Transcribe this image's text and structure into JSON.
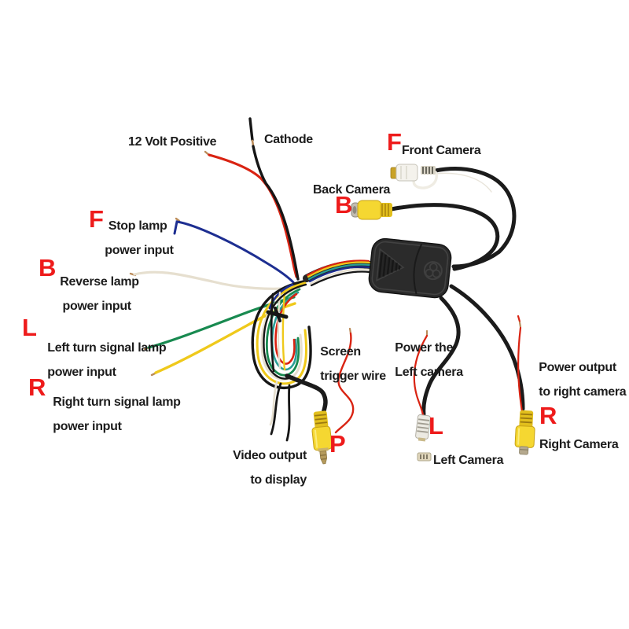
{
  "title": "Car camera control box wiring diagram",
  "labels": {
    "twelve_volt": "12 Volt Positive",
    "cathode": "Cathode",
    "front_letter": "F",
    "front_camera": "Front Camera",
    "back_camera": "Back Camera",
    "back_letter": "B",
    "stop_letter": "F",
    "stop_l1": "Stop lamp",
    "stop_l2": "power input",
    "reverse_letter": "B",
    "reverse_l1": "Reverse lamp",
    "reverse_l2": "power input",
    "left_turn_letter": "L",
    "left_turn_l1": "Left turn signal lamp",
    "left_turn_l2": "power input",
    "right_turn_letter": "R",
    "right_turn_l1": "Right turn signal lamp",
    "right_turn_l2": "power input",
    "screen_l1": "Screen",
    "screen_l2": "trigger wire",
    "power_left_l1": "Power the",
    "power_left_l2": "Left camera",
    "power_right_l1": "Power output",
    "power_right_l2": "to right camera",
    "video_l1": "Video output",
    "video_l2": "to display",
    "video_letter": "P",
    "left_cam_letter": "L",
    "left_camera": "Left Camera",
    "right_cam_letter": "R",
    "right_camera": "Right Camera"
  },
  "colors": {
    "label_text": "#1c1c1c",
    "letter_red": "#ee1b1b",
    "wire_red": "#d92312",
    "wire_black": "#161616",
    "wire_blue": "#1d2e91",
    "wire_white": "#e6dfcf",
    "wire_green": "#188a50",
    "wire_yellow": "#efc91b",
    "wire_teal": "#2a9e96",
    "cable_black": "#1b1b1b",
    "rca_yellow": "#f5d731",
    "rca_yellow_dark": "#e2bf1d",
    "copper": "#bb8c5a",
    "metal": "#c2bcb0",
    "box_body": "#2b2b2b",
    "box_line": "#424242"
  }
}
